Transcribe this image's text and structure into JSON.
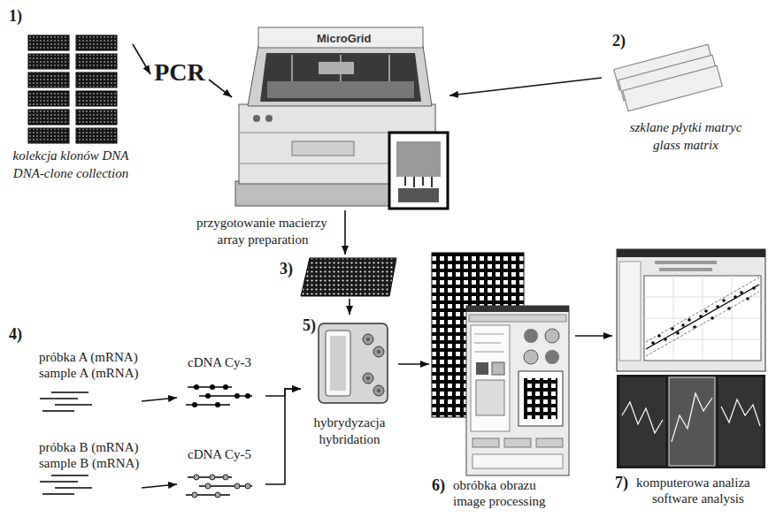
{
  "diagram": {
    "nodes": [
      {
        "text": [
          "1)",
          "kolekcja klonów DNA",
          "DNA-clone collection"
        ]
      },
      {
        "text": [
          "PCR"
        ]
      },
      {
        "text": [
          "MicroGrid"
        ]
      },
      {
        "text": [
          "2)",
          "szklane płytki matryc",
          "glass matrix"
        ]
      },
      {
        "text": [
          "3)"
        ]
      },
      {
        "text": [
          "próbka A (mRNA)",
          "sample A (mRNA)"
        ]
      },
      {
        "text": [
          "cDNA Cy-3"
        ]
      },
      {
        "text": [
          "próbka B (mRNA)",
          "sample B (mRNA)"
        ]
      },
      {
        "text": [
          "cDNA Cy-5"
        ]
      },
      {
        "text": [
          "5)",
          "hybrydyzacja",
          "hybridation"
        ]
      },
      {
        "text": [
          "6)",
          "obróbka obrazu",
          "image processing"
        ]
      },
      {
        "text": [
          "7)",
          "komputerowa analiza",
          "software analysis"
        ]
      }
    ],
    "edges": [
      {
        "from": 0,
        "to": 1,
        "arrow": "to"
      },
      {
        "from": 1,
        "to": 2,
        "arrow": "to"
      },
      {
        "from": 3,
        "to": 2,
        "arrow": "to"
      },
      {
        "from": 2,
        "to": 4,
        "arrow": "to"
      },
      {
        "from": 4,
        "to": 9,
        "arrow": "to"
      },
      {
        "from": 5,
        "to": 6,
        "arrow": "to"
      },
      {
        "from": 7,
        "to": 8,
        "arrow": "to"
      },
      {
        "from": 6,
        "to": 9,
        "arrow": "to"
      },
      {
        "from": 8,
        "to": 9,
        "arrow": "to"
      },
      {
        "from": 9,
        "to": 10,
        "arrow": "to"
      },
      {
        "from": 10,
        "to": 11,
        "arrow": "to"
      }
    ],
    "labels": [
      "4)",
      "przygotowanie macierzy",
      "array preparation"
    ]
  }
}
